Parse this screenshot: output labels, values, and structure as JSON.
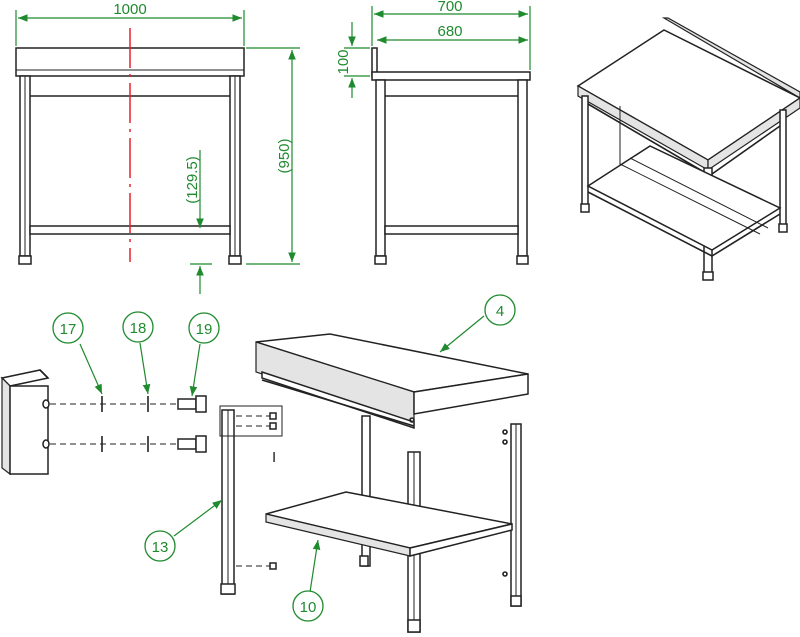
{
  "dimensions": {
    "front_width": "1000",
    "side_width_outer": "700",
    "side_width_inner": "680",
    "backsplash_height": "100",
    "total_height": "(950)",
    "shelf_height": "(129.5)"
  },
  "callouts": {
    "c17": "17",
    "c18": "18",
    "c19": "19",
    "c4": "4",
    "c13": "13",
    "c10": "10"
  },
  "detail_label": "I",
  "colors": {
    "dimension": "#1f8a2e",
    "centerline": "#e8202a",
    "outline": "#222222"
  }
}
